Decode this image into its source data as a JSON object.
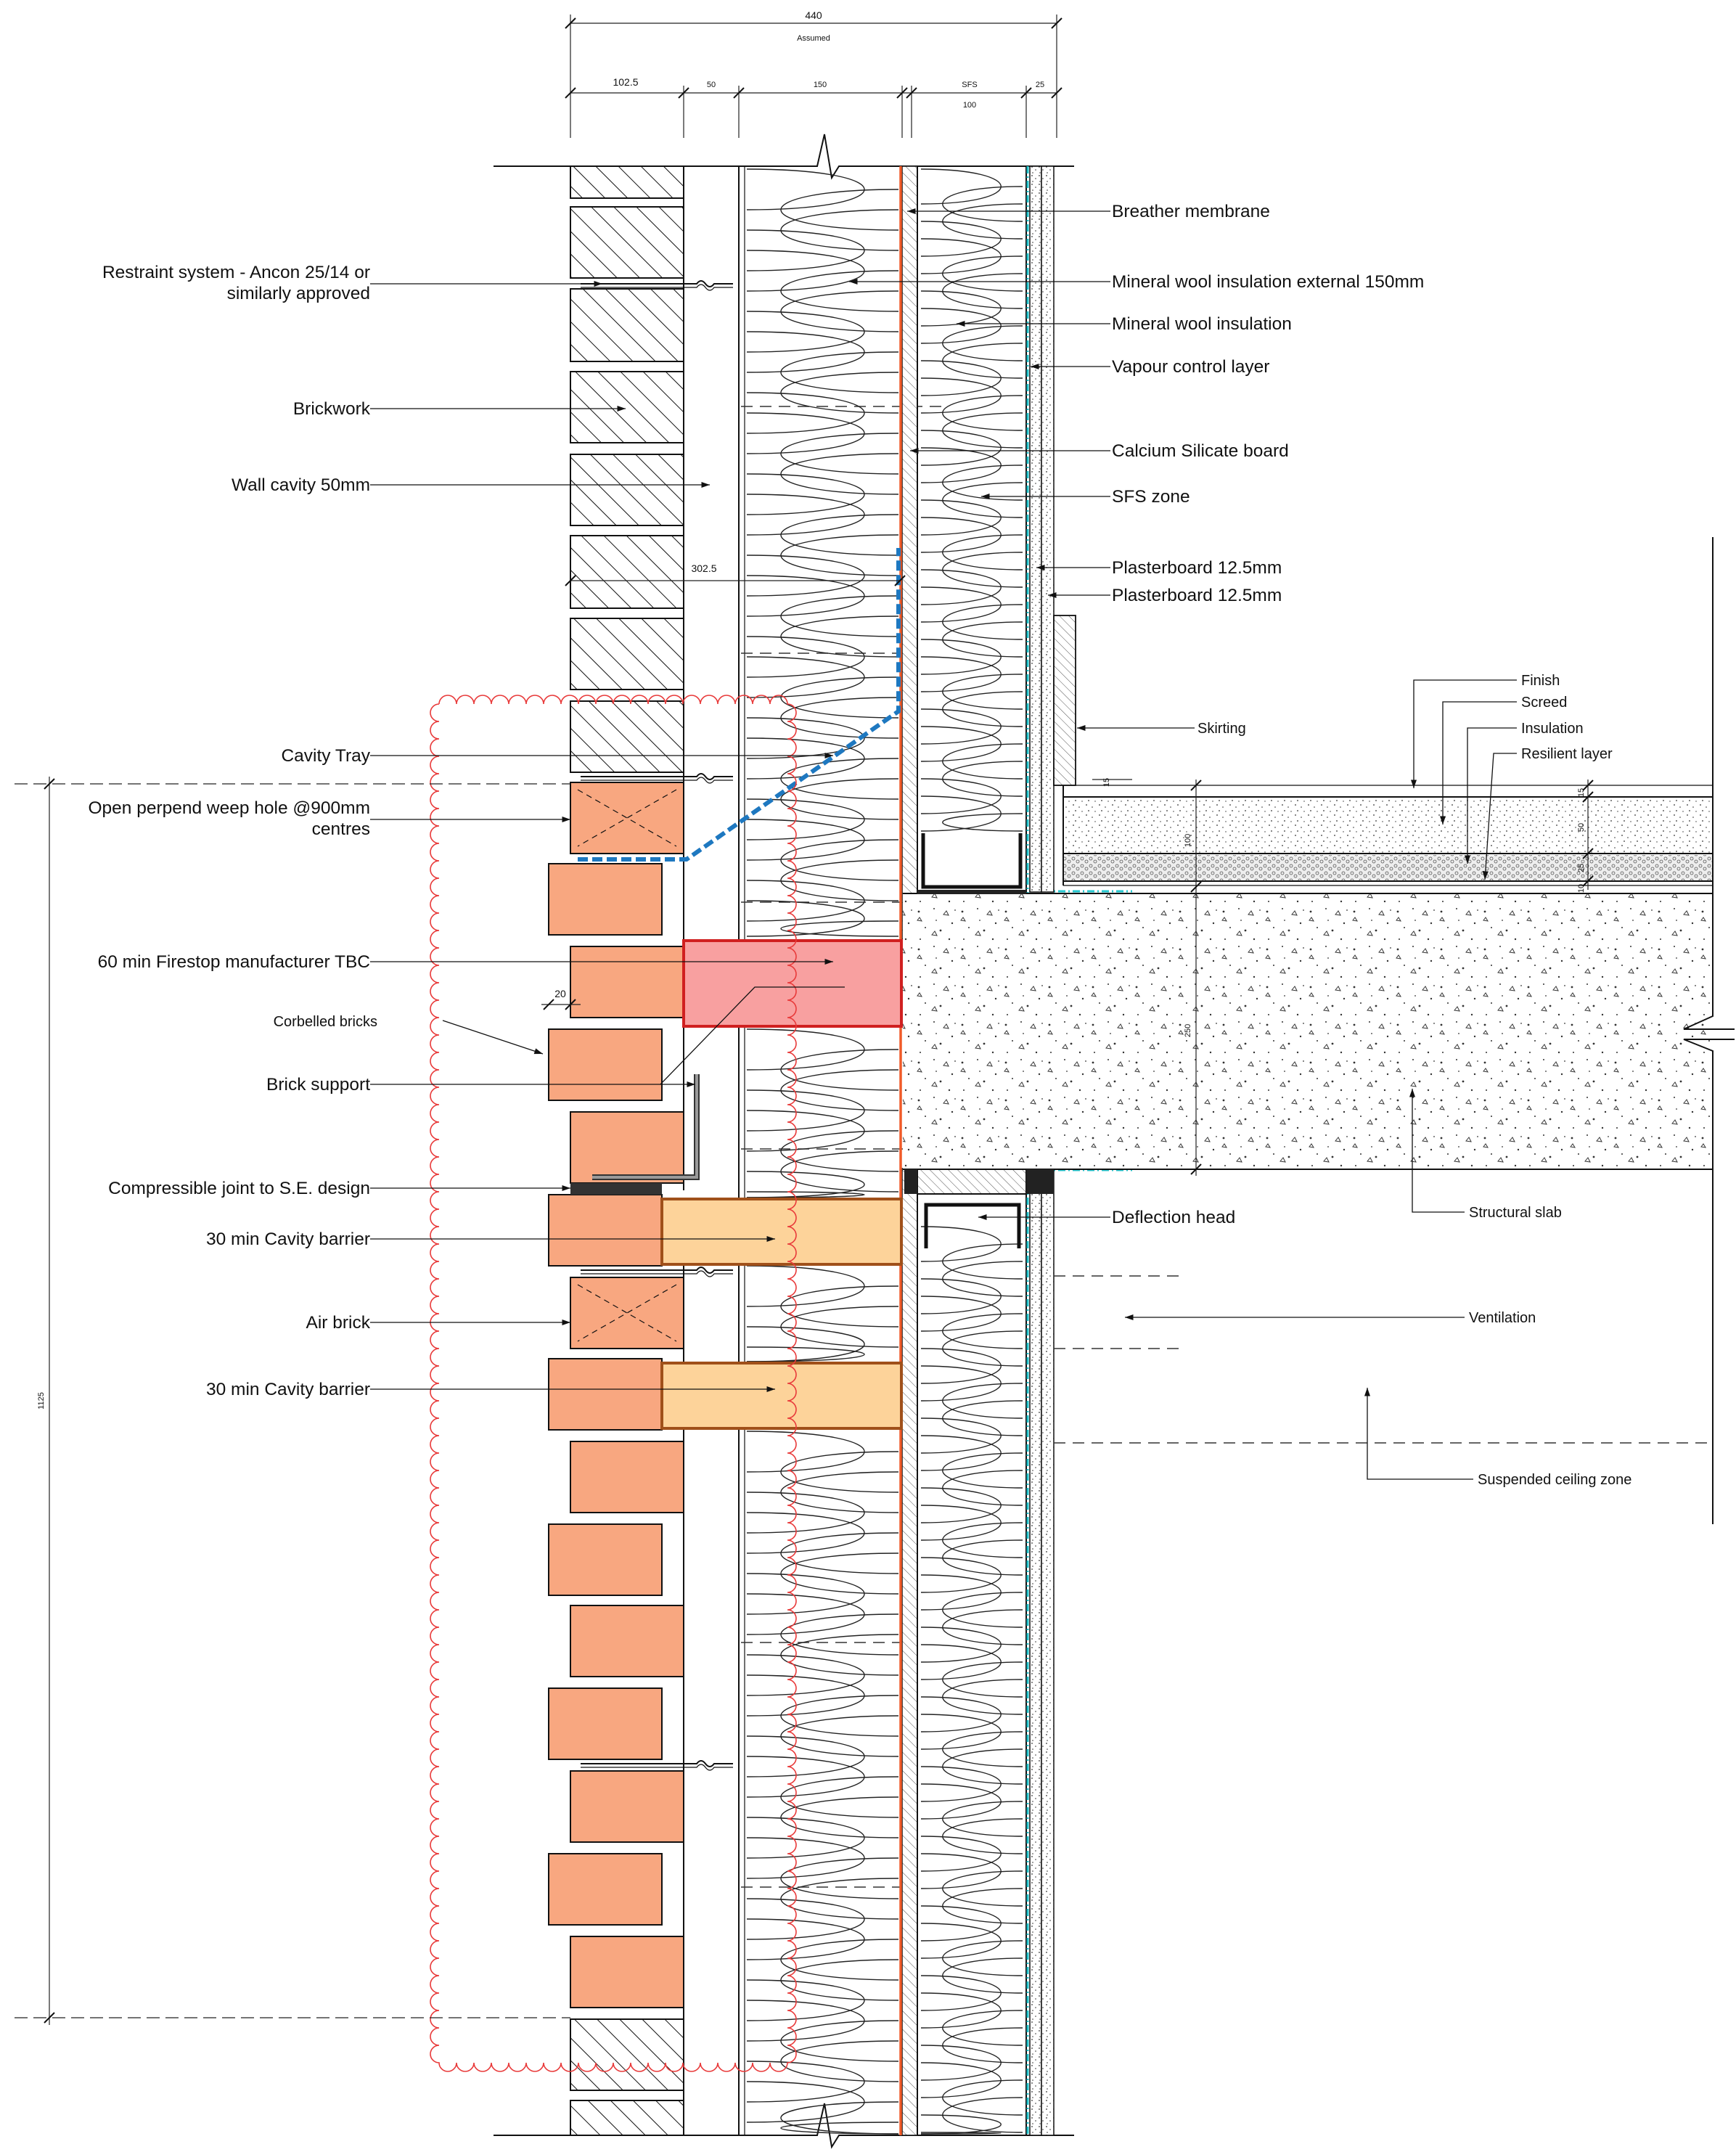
{
  "dimensions": {
    "overall": "440",
    "assumed": "Assumed",
    "brick": "102.5",
    "cavity": "50",
    "insulation": "150",
    "sfs_label": "SFS",
    "sfs": "100",
    "lining": "25",
    "offset": "302.5",
    "corbel": "20",
    "height": "1125",
    "slab": "250",
    "floor_total": "100",
    "screed": "50",
    "finish": "15",
    "insul": "25",
    "resilient": "10",
    "skirting_gap": "15"
  },
  "left_labels": [
    {
      "id": "restraint",
      "text": [
        "Restraint system - Ancon 25/14 or",
        "similarly approved"
      ]
    },
    {
      "id": "brickwork",
      "text": [
        "Brickwork"
      ]
    },
    {
      "id": "wall-cavity",
      "text": [
        "Wall cavity 50mm"
      ]
    },
    {
      "id": "cavity-tray",
      "text": [
        "Cavity Tray"
      ]
    },
    {
      "id": "weep-hole",
      "text": [
        "Open perpend weep hole @900mm",
        "centres"
      ]
    },
    {
      "id": "firestop",
      "text": [
        "60 min Firestop manufacturer TBC"
      ]
    },
    {
      "id": "corbelled",
      "text": [
        "Corbelled bricks"
      ]
    },
    {
      "id": "brick-support",
      "text": [
        "Brick support"
      ]
    },
    {
      "id": "compressible",
      "text": [
        "Compressible joint to S.E. design"
      ]
    },
    {
      "id": "cavity-barrier-1",
      "text": [
        "30 min Cavity barrier"
      ]
    },
    {
      "id": "air-brick",
      "text": [
        "Air brick"
      ]
    },
    {
      "id": "cavity-barrier-2",
      "text": [
        "30 min Cavity barrier"
      ]
    }
  ],
  "right_labels": [
    {
      "id": "breather",
      "text": "Breather membrane"
    },
    {
      "id": "mw-external",
      "text": "Mineral wool insulation external 150mm"
    },
    {
      "id": "mw",
      "text": "Mineral wool insulation"
    },
    {
      "id": "vcl",
      "text": "Vapour control layer"
    },
    {
      "id": "calsil",
      "text": "Calcium Silicate board"
    },
    {
      "id": "sfs-zone",
      "text": "SFS zone"
    },
    {
      "id": "pb1",
      "text": "Plasterboard 12.5mm"
    },
    {
      "id": "pb2",
      "text": "Plasterboard 12.5mm"
    },
    {
      "id": "deflection",
      "text": "Deflection head"
    }
  ],
  "floor_labels": [
    {
      "id": "finish",
      "text": "Finish"
    },
    {
      "id": "screed",
      "text": "Screed"
    },
    {
      "id": "insulation",
      "text": "Insulation"
    },
    {
      "id": "resilient",
      "text": "Resilient layer"
    },
    {
      "id": "skirting",
      "text": "Skirting"
    },
    {
      "id": "slab",
      "text": "Structural slab"
    },
    {
      "id": "ventilation",
      "text": "Ventilation"
    },
    {
      "id": "ceiling",
      "text": "Suspended ceiling zone"
    }
  ],
  "colors": {
    "brick": "#f8a780",
    "firestop": "#f8a0a0",
    "firestop_edge": "#d02020",
    "cavity_barrier": "#fdd39a",
    "cavity_barrier_edge": "#a0501a",
    "breather": "#f05a28",
    "cavity_tray": "#1e78c0",
    "vcl": "#22c4cc",
    "revision_cloud": "#e83a3a"
  }
}
